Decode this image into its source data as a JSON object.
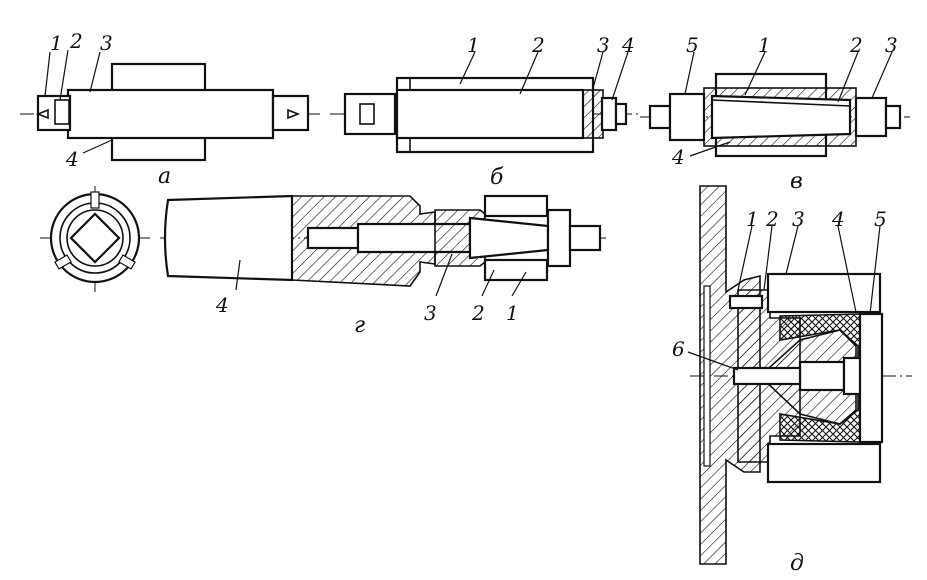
{
  "figures": {
    "a": {
      "caption": "а",
      "labels": [
        "1",
        "2",
        "3",
        "4"
      ]
    },
    "b": {
      "caption": "б",
      "labels": [
        "1",
        "2",
        "3",
        "4"
      ]
    },
    "v": {
      "caption": "в",
      "labels": [
        "5",
        "1",
        "2",
        "3",
        "4"
      ]
    },
    "g": {
      "caption": "г",
      "labels": [
        "4",
        "3",
        "2",
        "1"
      ]
    },
    "d": {
      "caption": "д",
      "labels": [
        "1",
        "2",
        "3",
        "4",
        "5",
        "6"
      ]
    }
  }
}
